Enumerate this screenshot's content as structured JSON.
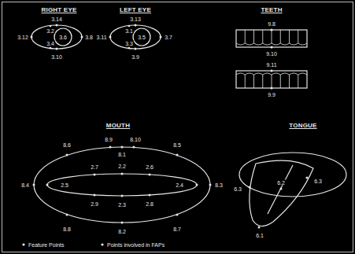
{
  "diagram": {
    "labels": [
      "RIGHT EYE",
      "LEFT EYE",
      "TEETH",
      "3.14",
      "3.2",
      "3.12",
      "3.6",
      "3.8",
      "3.4",
      "3.10",
      "3.13",
      "3.1",
      "3.11",
      "3.5",
      "3.7",
      "3.3",
      "3.9",
      "9.8",
      "9.10",
      "9.11",
      "9.9",
      "MOUTH",
      "8.6",
      "8.9",
      "8.1",
      "8.10",
      "8.5",
      "2.7",
      "2.2",
      "2.6",
      "8.4",
      "2.5",
      "2.4",
      "8.3",
      "2.9",
      "2.3",
      "2.8",
      "8.8",
      "8.2",
      "8.7",
      "TONGUE",
      "6.3",
      "6.2",
      "6.3",
      "6.1"
    ],
    "legend": [
      {
        "text": "Feature Points"
      },
      {
        "text": "Points involved in FAPs"
      }
    ]
  }
}
